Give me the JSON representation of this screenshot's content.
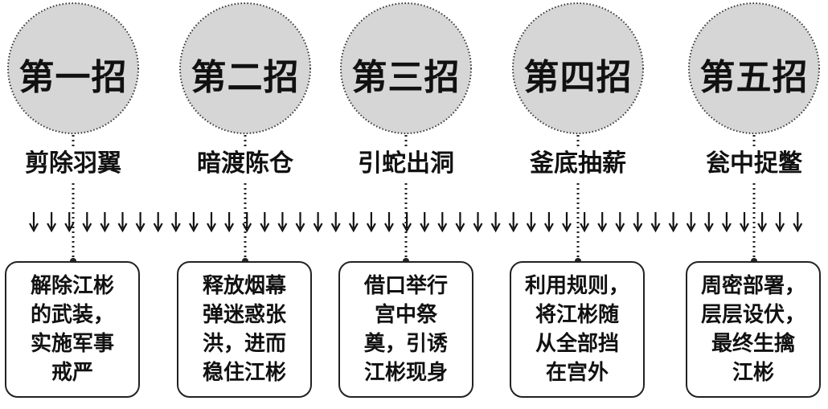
{
  "steps": [
    {
      "label": "第一招",
      "title": "剪除羽翼",
      "desc": "解除江彬\n的武装，\n实施军事\n戒严"
    },
    {
      "label": "第二招",
      "title": "暗渡陈仓",
      "desc": "释放烟幕\n弹迷惑张\n洪，进而\n稳住江彬"
    },
    {
      "label": "第三招",
      "title": "引蛇出洞",
      "desc": "借口举行\n宫中祭\n奠，引诱\n江彬现身"
    },
    {
      "label": "第四招",
      "title": "釜底抽薪",
      "desc": "利用规则，\n将江彬随\n从全部挡\n在宫外"
    },
    {
      "label": "第五招",
      "title": "瓮中捉鳖",
      "desc": "周密部署，\n层层设伏，\n最终生擒\n江彬"
    }
  ],
  "colors": {
    "circle_fill": "#d6d6d6",
    "ink": "#111111"
  }
}
